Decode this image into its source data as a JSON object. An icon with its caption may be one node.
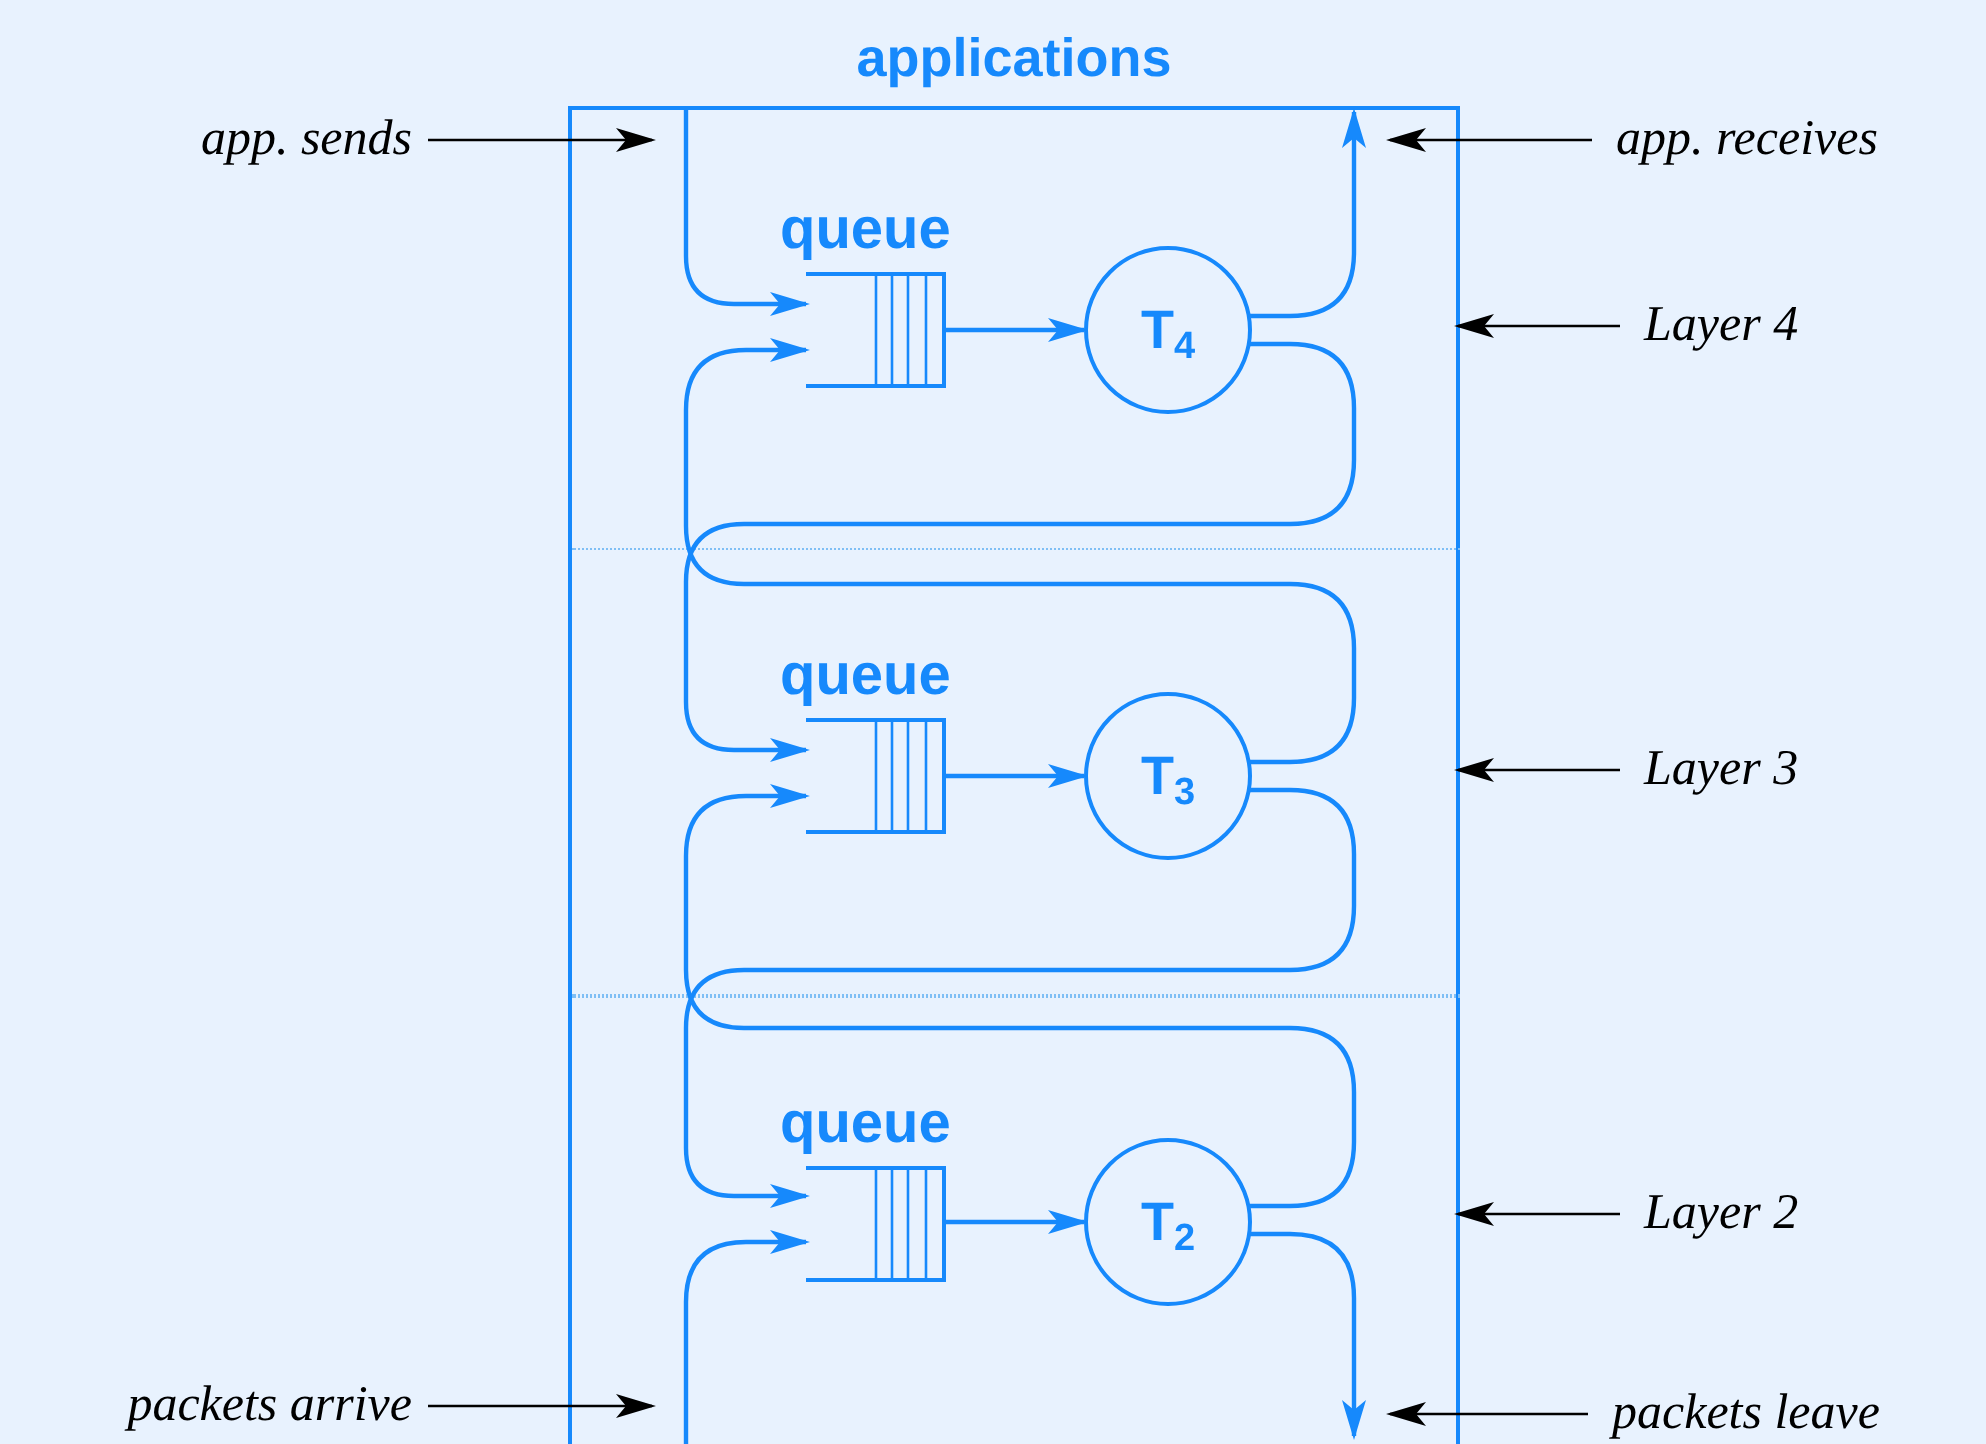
{
  "diagram": {
    "nodes": [
      {
        "text": [
          "applications"
        ]
      },
      {
        "text": [],
        "shape": "band",
        "in": 0
      },
      {
        "text": [
          "queue"
        ],
        "in": 1
      },
      {
        "text": [
          "T$_{4}$"
        ],
        "in": 1
      },
      {
        "text": [],
        "shape": "band",
        "in": 0
      },
      {
        "text": [
          "queue"
        ],
        "in": 4
      },
      {
        "text": [
          "T$_{3}$"
        ],
        "in": 4
      },
      {
        "text": [],
        "shape": "band",
        "in": 0
      },
      {
        "text": [
          "queue"
        ],
        "in": 7
      },
      {
        "text": [
          "T$_{2}$"
        ],
        "in": 7
      },
      {
        "text": [
          "app. sends"
        ]
      },
      {
        "text": [
          "app. receives"
        ]
      },
      {
        "text": [
          "Layer 4"
        ]
      },
      {
        "text": [
          "Layer 3"
        ]
      },
      {
        "text": [
          "Layer 2"
        ]
      },
      {
        "text": [
          "packets arrive"
        ]
      },
      {
        "text": [
          "packets leave"
        ]
      }
    ],
    "edges": [
      {
        "from": 10,
        "to": 0,
        "arrow": "to",
        "color": "#000000"
      },
      {
        "from": 11,
        "to": 0,
        "arrow": "to",
        "color": "#000000"
      },
      {
        "from": 12,
        "to": 1,
        "arrow": "to",
        "color": "#000000"
      },
      {
        "from": 13,
        "to": 4,
        "arrow": "to",
        "color": "#000000"
      },
      {
        "from": 14,
        "to": 7,
        "arrow": "to",
        "color": "#000000"
      },
      {
        "from": 15,
        "to": 0,
        "arrow": "to",
        "color": "#000000"
      },
      {
        "from": 16,
        "to": 0,
        "arrow": "to",
        "color": "#000000"
      },
      {
        "from": null,
        "to": 2,
        "arrow": "to"
      },
      {
        "from": 2,
        "to": 3,
        "arrow": "to"
      },
      {
        "from": 3,
        "to": null,
        "arrow": "to"
      },
      {
        "from": 3,
        "to": 5,
        "arrow": "to"
      },
      {
        "from": 6,
        "to": 2,
        "arrow": "to"
      },
      {
        "from": 5,
        "to": 6,
        "arrow": "to"
      },
      {
        "from": 6,
        "to": 8,
        "arrow": "to"
      },
      {
        "from": 9,
        "to": 5,
        "arrow": "to"
      },
      {
        "from": 8,
        "to": 9,
        "arrow": "to"
      },
      {
        "from": null,
        "to": 8,
        "arrow": "to"
      },
      {
        "from": 9,
        "to": null,
        "arrow": "to"
      }
    ]
  }
}
